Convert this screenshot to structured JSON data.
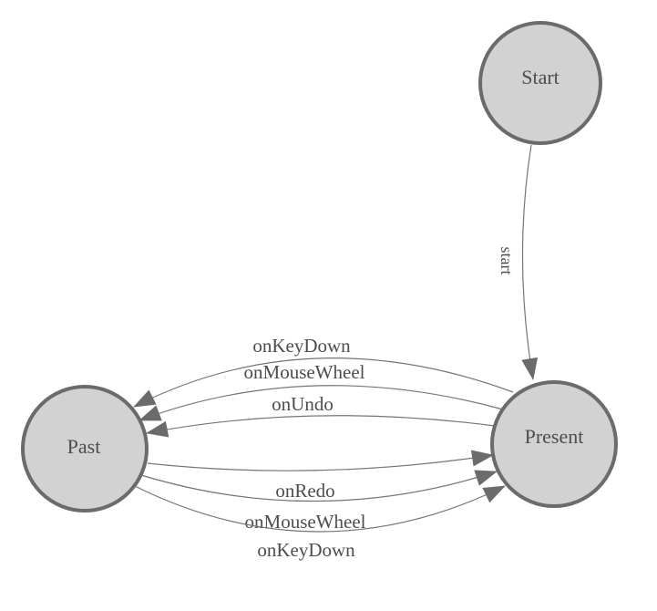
{
  "diagram": {
    "type": "state-machine",
    "nodes": [
      {
        "id": "start",
        "label": "Start"
      },
      {
        "id": "past",
        "label": "Past"
      },
      {
        "id": "present",
        "label": "Present"
      }
    ],
    "edges": [
      {
        "from": "Start",
        "to": "Present",
        "label": "start"
      },
      {
        "from": "Present",
        "to": "Past",
        "label": "onKeyDown"
      },
      {
        "from": "Present",
        "to": "Past",
        "label": "onMouseWheel"
      },
      {
        "from": "Present",
        "to": "Past",
        "label": "onUndo"
      },
      {
        "from": "Past",
        "to": "Present",
        "label": "onRedo"
      },
      {
        "from": "Past",
        "to": "Present",
        "label": "onMouseWheel"
      },
      {
        "from": "Past",
        "to": "Present",
        "label": "onKeyDown"
      }
    ],
    "colors": {
      "node_fill": "#d2d2d2",
      "node_stroke": "#6b6b6b",
      "edge_stroke": "#757575",
      "arrow_fill": "#6b6b6b",
      "label_text": "#4d4d4d",
      "background": "#ffffff"
    }
  }
}
